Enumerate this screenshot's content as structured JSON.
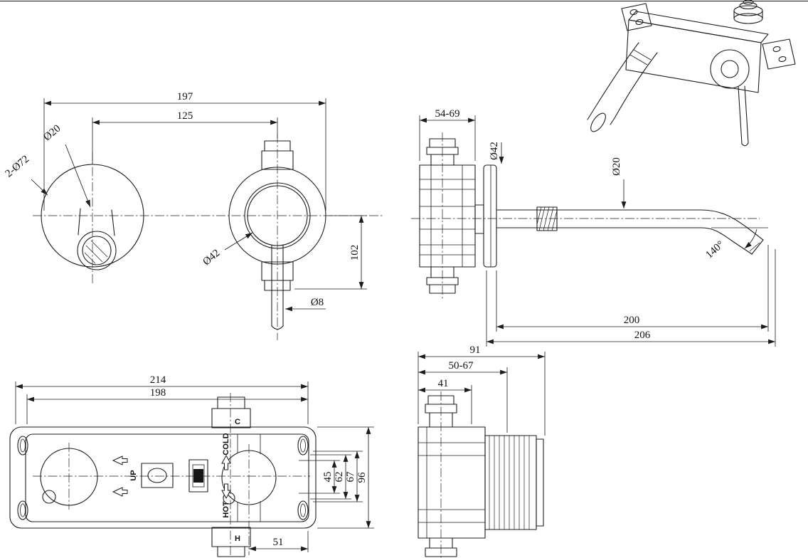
{
  "front_view": {
    "dim_197": "197",
    "dim_125": "125",
    "dim_102": "102",
    "dim_phi20": "Ø20",
    "dim_2_phi72": "2-Ø72",
    "dim_phi42": "Ø42",
    "dim_phi8": "Ø8"
  },
  "side_view": {
    "dim_54_69": "54-69",
    "dim_phi42": "Ø42",
    "dim_phi20": "Ø20",
    "dim_140": "140°",
    "dim_200": "200",
    "dim_206": "206"
  },
  "rough_in_plan": {
    "dim_214": "214",
    "dim_198": "198",
    "dim_45": "45",
    "dim_62": "62",
    "dim_67": "67",
    "dim_96": "96",
    "dim_51": "51",
    "label_c": "C",
    "label_cold": "COLD",
    "label_up": "UP",
    "label_hot": "HOT",
    "label_h": "H"
  },
  "rough_in_side": {
    "dim_91": "91",
    "dim_50_67": "50-67",
    "dim_41": "41"
  }
}
